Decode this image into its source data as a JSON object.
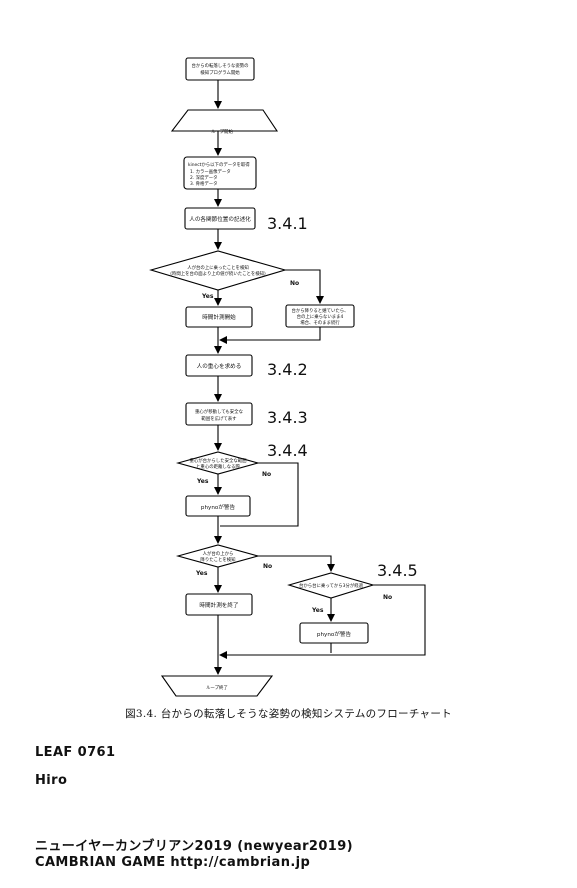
{
  "diagram": {
    "start_box": [
      "台からの転落しそうな姿勢の",
      "検知プログラム開始"
    ],
    "loop_start": "ループ開始",
    "get_data": {
      "title": "kinectから以下のデータを取得",
      "items": [
        "1. カラー画像データ",
        "2. 深度データ",
        "3. 骨格データ"
      ]
    },
    "track_joints": "人の各関節位置の記述化",
    "decision1": [
      "人が台の上に乗ったことを検知",
      "(時間上を台の面より上の値が続いたことを検知)"
    ],
    "start_timer": "時間計測開始",
    "no_branch_box": [
      "台から降りると嬉ていたら、",
      "台の上に乗らないまま4",
      "場合、そのまま続行"
    ],
    "center_of_gravity": "人の重心を求める",
    "support_polygon": [
      "重心が移動しても安全な",
      "範囲を広げて表す"
    ],
    "decision2": [
      "重心が台からした安全な範囲",
      "と重心の距離しなる際"
    ],
    "alert1": "phynoが警告",
    "decision3": [
      "人が台の上から",
      "降りたことを検知"
    ],
    "stop_timer": "時間計測を終了",
    "decision4": "台から台に乗ってから3分が経過",
    "alert2": "phynoが警告",
    "loop_end": "ループ終了",
    "yes": "Yes",
    "no": "No",
    "sections": [
      "3.4.1",
      "3.4.2",
      "3.4.3",
      "3.4.4",
      "3.4.5"
    ]
  },
  "caption": "図3.4. 台からの転落しそうな姿勢の検知システムのフローチャート",
  "footer": {
    "leaf": "LEAF 0761",
    "author": "Hiro",
    "title": "ニューイヤーカンブリアン2019 (newyear2019)",
    "publisher": "CAMBRIAN GAME  http://cambrian.jp"
  }
}
